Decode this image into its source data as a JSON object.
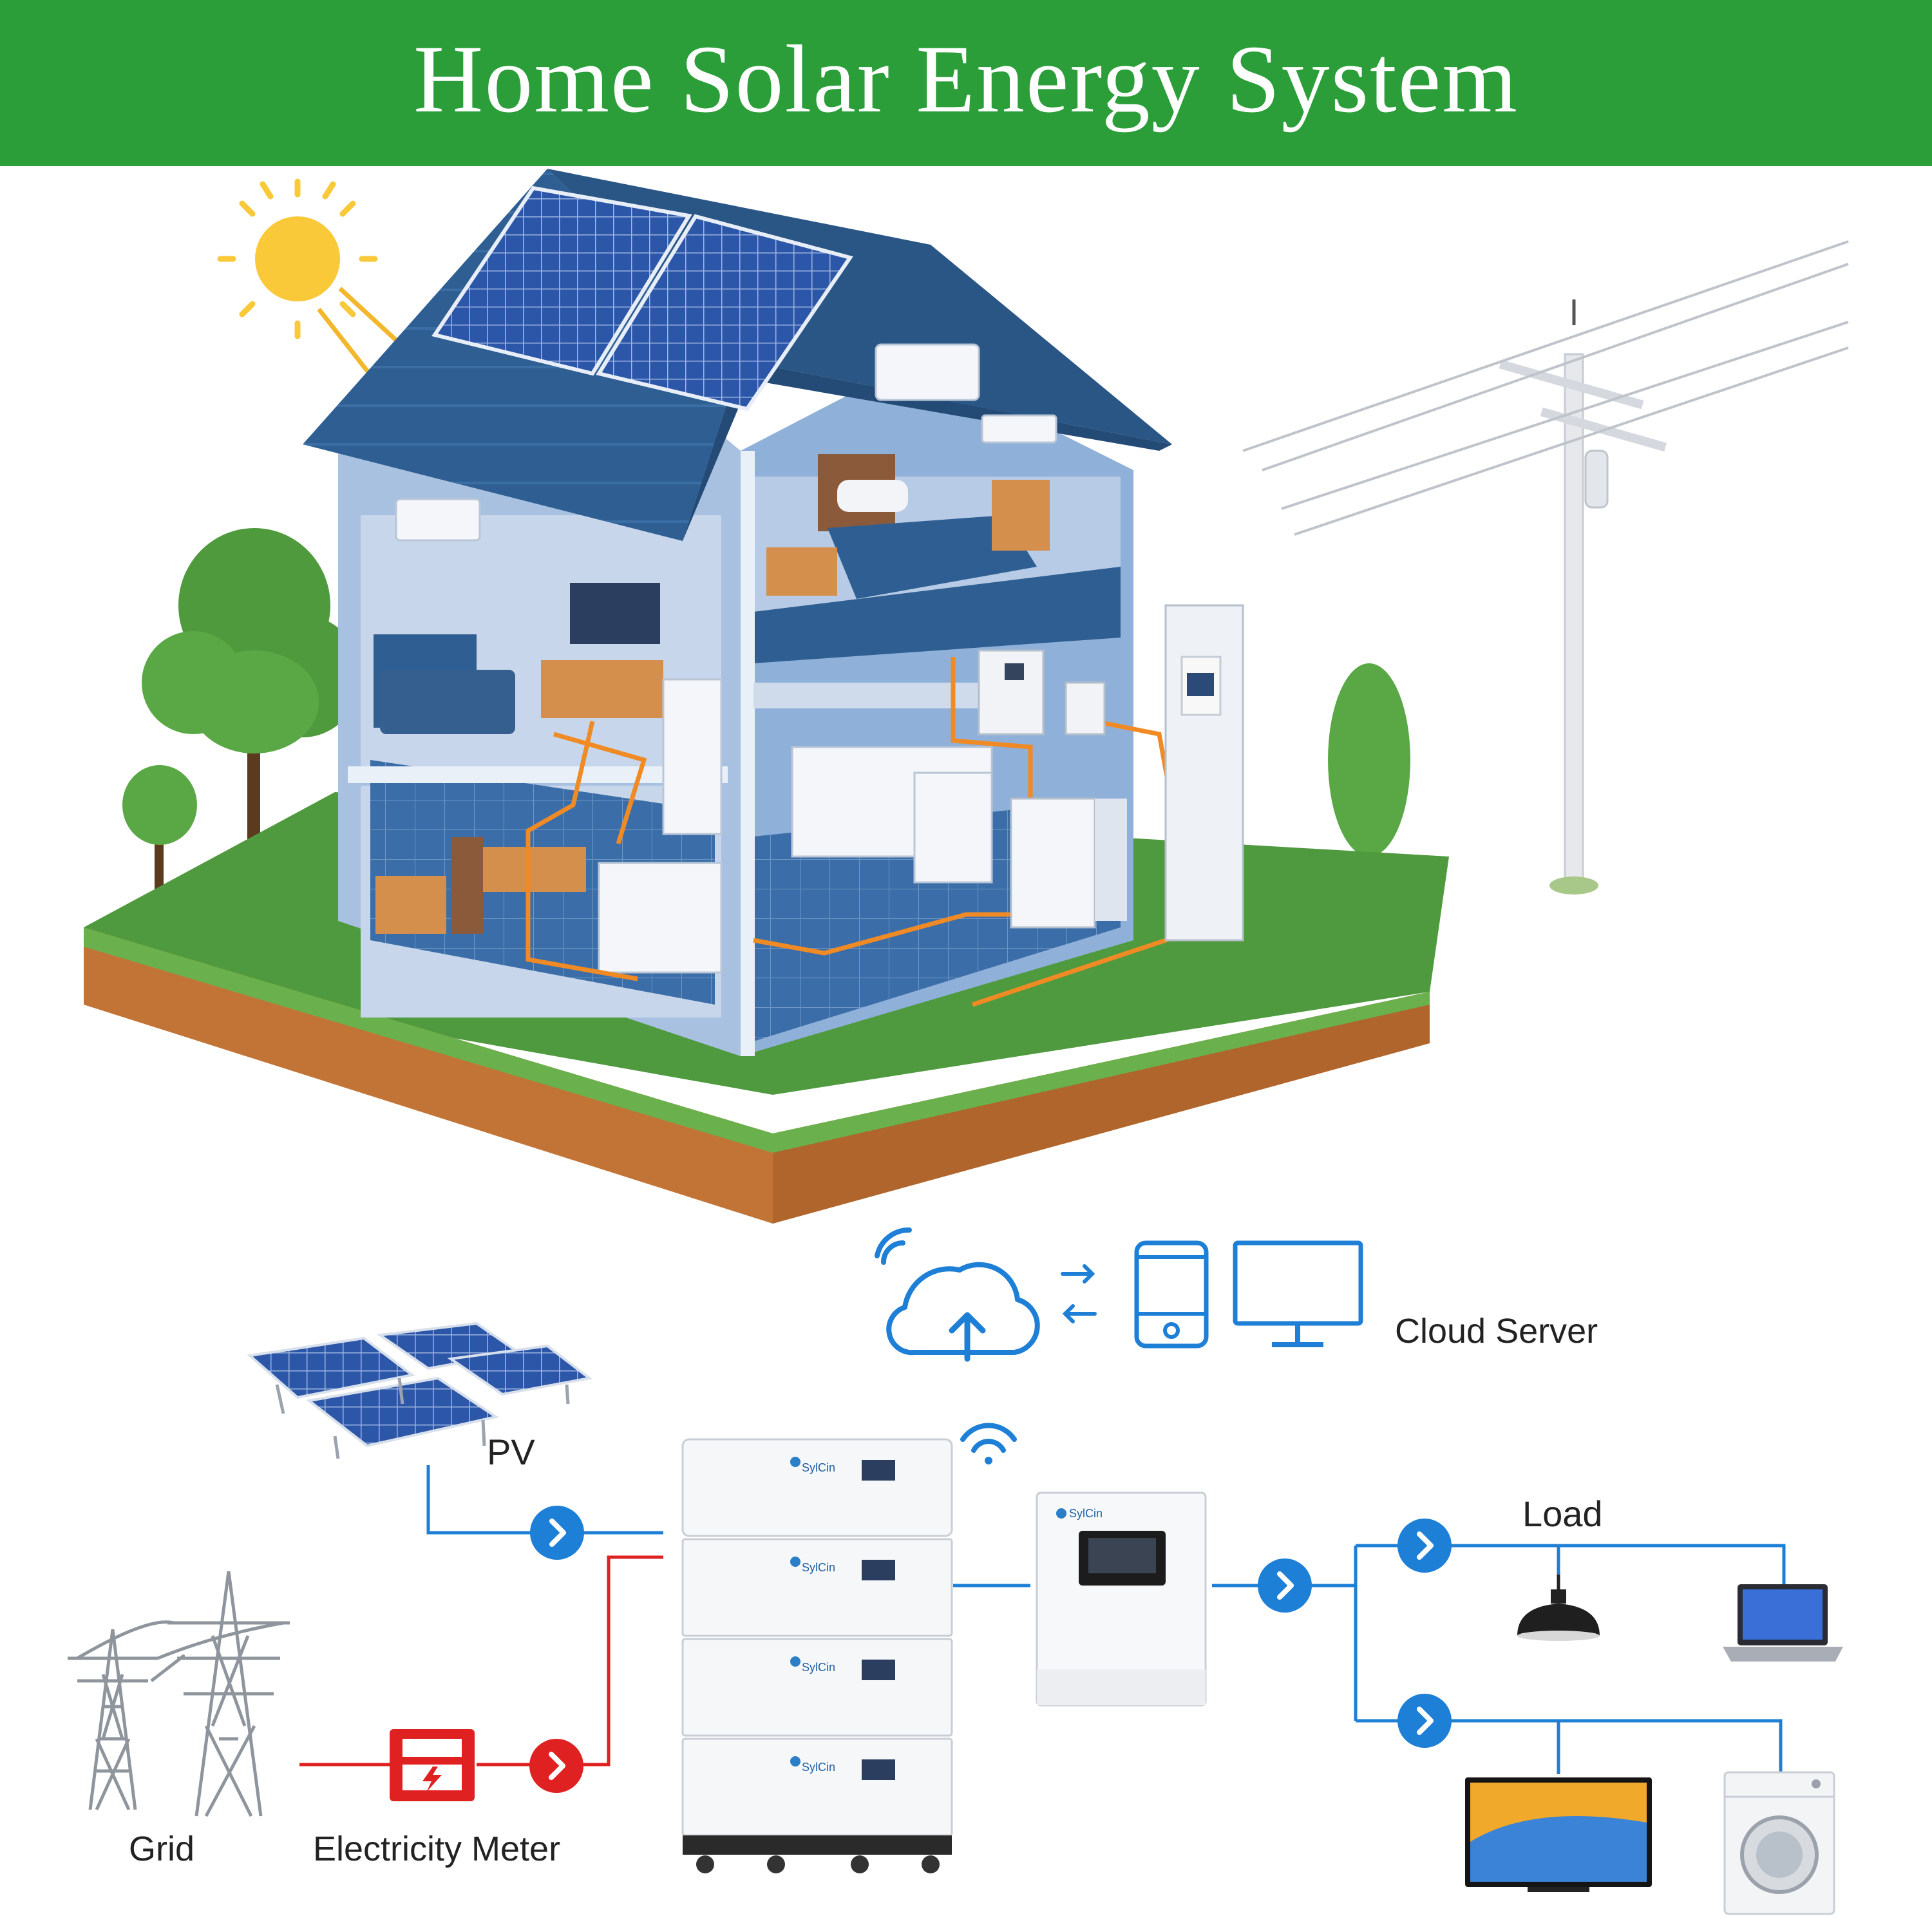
{
  "header": {
    "title": "Home Solar Energy System"
  },
  "diagram": {
    "cloud_label": "Cloud Server",
    "pv_label": "PV",
    "load_label": "Load",
    "grid_label": "Grid",
    "meter_label": "Electricity Meter",
    "brand": "SylCin"
  },
  "colors": {
    "header_bg": "#2b9e3a",
    "flow_blue": "#1e7fd6",
    "flow_red": "#e02121",
    "wire_orange": "#f08a24",
    "house_blue": "#2f5f92"
  },
  "icons": [
    "sun-icon",
    "solar-panel-icon",
    "cloud-upload-icon",
    "wifi-icon",
    "phone-icon",
    "monitor-icon",
    "transmission-tower-icon",
    "electricity-meter-icon",
    "battery-stack-icon",
    "inverter-icon",
    "pendant-lamp-icon",
    "laptop-icon",
    "tv-icon",
    "washing-machine-icon",
    "utility-pole-icon",
    "tree-icon"
  ]
}
